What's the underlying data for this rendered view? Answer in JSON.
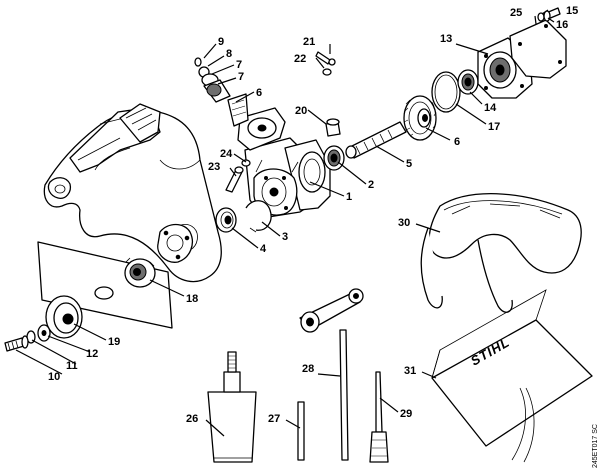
{
  "drawing_code": "245ET017 SC",
  "brand_mark": "STIHL",
  "callouts": {
    "n1": "1",
    "n2": "2",
    "n3": "3",
    "n4": "4",
    "n5": "5",
    "n6": "6",
    "n7a": "7",
    "n7b": "7",
    "n8": "8",
    "n9": "9",
    "n10": "10",
    "n11": "11",
    "n12": "12",
    "n13": "13",
    "n14": "14",
    "n15": "15",
    "n16": "16",
    "n17": "17",
    "n18": "18",
    "n19": "19",
    "n20": "20",
    "n21": "21",
    "n22": "22",
    "n23": "23",
    "n24": "24",
    "n25": "25",
    "n26": "26",
    "n27": "27",
    "n28": "28",
    "n29": "29",
    "n30": "30",
    "n31": "31"
  }
}
